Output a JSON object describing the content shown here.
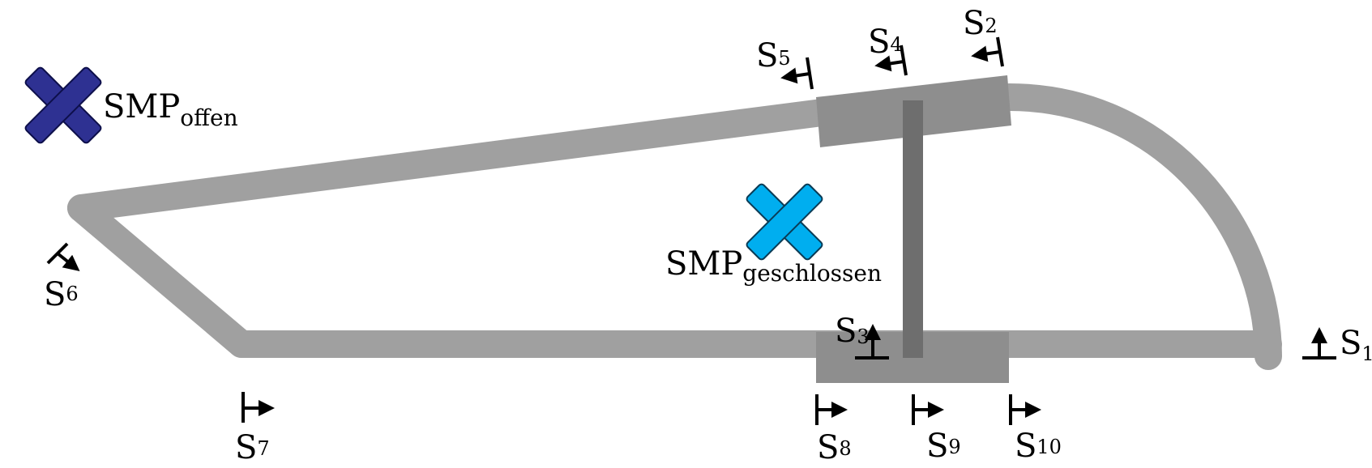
{
  "labels": {
    "s1": {
      "main": "S",
      "sub": "1"
    },
    "s2": {
      "main": "S",
      "sub": "2"
    },
    "s3": {
      "main": "S",
      "sub": "3"
    },
    "s4": {
      "main": "S",
      "sub": "4"
    },
    "s5": {
      "main": "S",
      "sub": "5"
    },
    "s6": {
      "main": "S",
      "sub": "6"
    },
    "s7": {
      "main": "S",
      "sub": "7"
    },
    "s8": {
      "main": "S",
      "sub": "8"
    },
    "s9": {
      "main": "S",
      "sub": "9"
    },
    "s10": {
      "main": "S",
      "sub": "10"
    },
    "smp_open": {
      "main": "SMP",
      "sub": "offen"
    },
    "smp_closed": {
      "main": "SMP",
      "sub": "geschlossen"
    }
  },
  "colors": {
    "track": "#a0a0a0",
    "block": "#8e8e8e",
    "bar": "#6e6e6e",
    "smp_open": "#2e3192",
    "smp_closed": "#00aeef",
    "marker": "#000000"
  }
}
